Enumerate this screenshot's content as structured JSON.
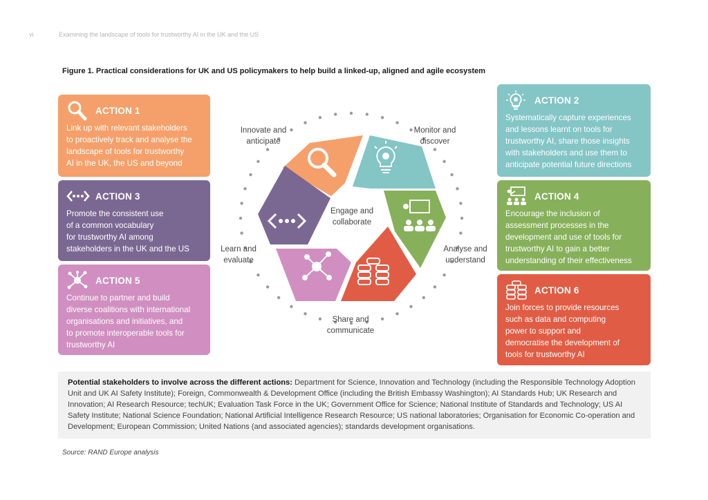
{
  "header": {
    "page_number": "vi",
    "running_title": "Examining the landscape of tools for trustworthy AI in the UK and the US"
  },
  "figure": {
    "title": "Figure 1. Practical considerations for UK and US policymakers to help build a linked-up, aligned and agile ecosystem"
  },
  "actions": {
    "a1": {
      "title": "ACTION 1",
      "icon": "magnifier-icon",
      "color": "#f5a06a",
      "lines": [
        "Link up with relevant stakeholders",
        "to proactively track and analyse the",
        "landscape of tools for trustworthy",
        "AI in the UK, the US and beyond"
      ]
    },
    "a2": {
      "title": "ACTION 2",
      "icon": "lightbulb-gear-icon",
      "color": "#84c5c6",
      "lines": [
        "Systematically capture experiences",
        "and lessons learnt on tools for",
        "trustworthy AI, share those insights",
        "with stakeholders and use them to",
        "anticipate potential future directions"
      ]
    },
    "a3": {
      "title": "ACTION 3",
      "icon": "code-arrows-icon",
      "color": "#7b6892",
      "lines": [
        "Promote the consistent use",
        "of a common vocabulary",
        "for trustworthy AI among",
        "stakeholders in the UK and the US"
      ]
    },
    "a4": {
      "title": "ACTION 4",
      "icon": "presentation-icon",
      "color": "#86b05a",
      "lines": [
        "Encourage the inclusion of",
        "assessment processes in the",
        "development and use of tools for",
        "trustworthy AI to gain a better",
        "understanding of their effectiveness"
      ]
    },
    "a5": {
      "title": "ACTION 5",
      "icon": "network-icon",
      "color": "#d08fc0",
      "lines": [
        "Continue to partner and build",
        "diverse coalitions with international",
        "organisations and initiatives, and",
        "to promote interoperable tools for",
        "trustworthy AI"
      ]
    },
    "a6": {
      "title": "ACTION 6",
      "icon": "database-icon",
      "color": "#e15c44",
      "lines": [
        "Join forces to provide resources",
        "such as data and computing",
        "power to support and",
        "democratise the development of",
        "tools for trustworthy AI"
      ]
    }
  },
  "diagram": {
    "center": [
      "Engage and",
      "collaborate"
    ],
    "innovate": [
      "Innovate and",
      "anticipate"
    ],
    "monitor": [
      "Monitor and",
      "discover"
    ],
    "analyse": [
      "Analyse and",
      "understand"
    ],
    "share": [
      "Share and",
      "communicate"
    ],
    "learn": [
      "Learn and",
      "evaluate"
    ]
  },
  "stakeholders": {
    "label": "Potential stakeholders to involve across the different actions:",
    "text": " Department for Science, Innovation and Technology (including the Responsible Technology Adoption Unit and UK AI Safety Institute); Foreign, Commonwealth & Development Office (including the British Embassy Washington); AI Standards Hub; UK Research and Innovation; AI Research Resource; techUK; Evaluation Task Force in the UK; Government Office for Science; National Institute of Standards and Technology; US AI Safety Institute; National Science Foundation; National Artificial Intelligence Research Resource; US national laboratories; Organisation for Economic Co-operation and Development; European Commission; United Nations (and associated agencies); standards development organisations."
  },
  "source": "Source: RAND Europe analysis"
}
